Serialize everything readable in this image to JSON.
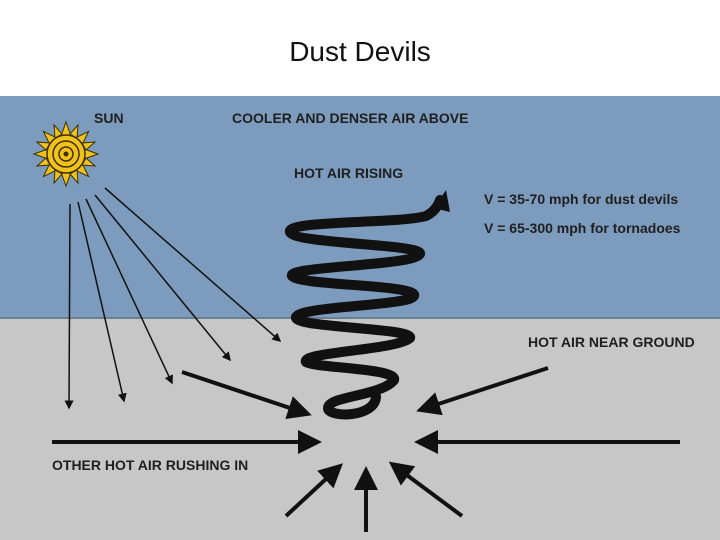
{
  "slide": {
    "title": "Dust Devils"
  },
  "diagram": {
    "labels": {
      "sun": "SUN",
      "cool_air": "COOLER AND DENSER AIR ABOVE",
      "hot_rising": "HOT AIR RISING",
      "speed_dust": "V = 35-70 mph for dust devils",
      "speed_tornado": "V = 65-300 mph for tornadoes",
      "hot_ground": "HOT AIR NEAR GROUND",
      "rushing_in": "OTHER HOT AIR RUSHING IN"
    },
    "icons": [
      "sun-icon",
      "spiral-vortex-icon",
      "arrow-icon"
    ],
    "colors": {
      "sky": "#7c9bbd",
      "ground": "#c7c7c7",
      "sun": "#f2c21a",
      "arrows": "#111111"
    }
  }
}
